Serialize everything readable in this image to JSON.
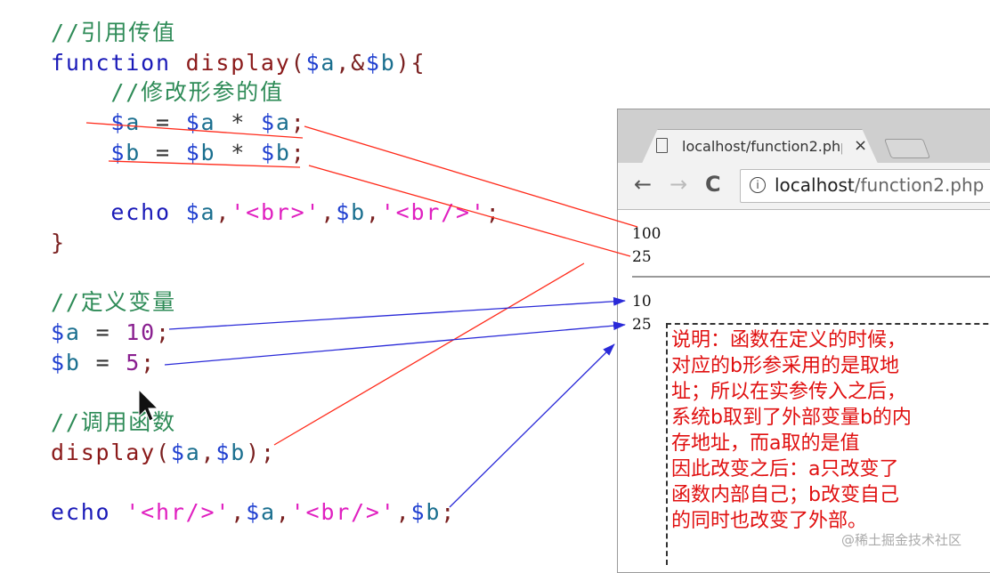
{
  "code_lines": [
    [
      [
        "cm",
        "//引用传值"
      ]
    ],
    [
      [
        "kw",
        "function "
      ],
      [
        "fn",
        "display"
      ],
      [
        "pn",
        "("
      ],
      [
        "dl",
        "$"
      ],
      [
        "vr",
        "a"
      ],
      [
        "pn",
        ",&"
      ],
      [
        "dl",
        "$"
      ],
      [
        "vr",
        "b"
      ],
      [
        "pn",
        "){"
      ]
    ],
    [
      [
        "cm",
        "    //修改形参的值"
      ]
    ],
    [
      [
        "op",
        "    "
      ],
      [
        "dl",
        "$"
      ],
      [
        "vr",
        "a"
      ],
      [
        "op",
        " = "
      ],
      [
        "dl",
        "$"
      ],
      [
        "vr",
        "a"
      ],
      [
        "op",
        " * "
      ],
      [
        "dl",
        "$"
      ],
      [
        "vr",
        "a"
      ],
      [
        "pn",
        ";"
      ]
    ],
    [
      [
        "op",
        "    "
      ],
      [
        "dl",
        "$"
      ],
      [
        "vr",
        "b"
      ],
      [
        "op",
        " = "
      ],
      [
        "dl",
        "$"
      ],
      [
        "vr",
        "b"
      ],
      [
        "op",
        " * "
      ],
      [
        "dl",
        "$"
      ],
      [
        "vr",
        "b"
      ],
      [
        "pn",
        ";"
      ]
    ],
    [],
    [
      [
        "kw",
        "    echo "
      ],
      [
        "dl",
        "$"
      ],
      [
        "vr",
        "a"
      ],
      [
        "pn",
        ","
      ],
      [
        "st",
        "'<br>'"
      ],
      [
        "pn",
        ","
      ],
      [
        "dl",
        "$"
      ],
      [
        "vr",
        "b"
      ],
      [
        "pn",
        ","
      ],
      [
        "st",
        "'<br/>'"
      ],
      [
        "pn",
        ";"
      ]
    ],
    [
      [
        "pn",
        "}"
      ]
    ],
    [],
    [
      [
        "cm",
        "//定义变量"
      ]
    ],
    [
      [
        "dl",
        "$"
      ],
      [
        "vr",
        "a"
      ],
      [
        "op",
        " = "
      ],
      [
        "nm",
        "10"
      ],
      [
        "pn",
        ";"
      ]
    ],
    [
      [
        "dl",
        "$"
      ],
      [
        "vr",
        "b"
      ],
      [
        "op",
        " = "
      ],
      [
        "nm",
        "5"
      ],
      [
        "pn",
        ";"
      ]
    ],
    [],
    [
      [
        "cm",
        "//调用函数"
      ]
    ],
    [
      [
        "fn",
        "display"
      ],
      [
        "pn",
        "("
      ],
      [
        "dl",
        "$"
      ],
      [
        "vr",
        "a"
      ],
      [
        "pn",
        ","
      ],
      [
        "dl",
        "$"
      ],
      [
        "vr",
        "b"
      ],
      [
        "pn",
        ");"
      ]
    ],
    [],
    [
      [
        "kw",
        "echo "
      ],
      [
        "st",
        "'<hr/>'"
      ],
      [
        "pn",
        ","
      ],
      [
        "dl",
        "$"
      ],
      [
        "vr",
        "a"
      ],
      [
        "pn",
        ","
      ],
      [
        "st",
        "'<br/>'"
      ],
      [
        "pn",
        ","
      ],
      [
        "dl",
        "$"
      ],
      [
        "vr",
        "b"
      ],
      [
        "pn",
        ";"
      ]
    ]
  ],
  "browser": {
    "tab_title": "localhost/function2.php",
    "tab_icon": "page-icon",
    "close": "×",
    "back": "←",
    "forward": "→",
    "reload": "C",
    "info": "i",
    "url_host": "localhost",
    "url_path": "/function2.php",
    "output": [
      "100",
      "25",
      "10",
      "25"
    ]
  },
  "note_lines": [
    "说明：函数在定义的时候，",
    "对应的b形参采用的是取地",
    "址；所以在实参传入之后，",
    "系统b取到了外部变量b的内",
    "存地址，而a取的是值",
    "因此改变之后：a只改变了",
    "函数内部自己；b改变自己",
    "的同时也改变了外部。"
  ],
  "watermark": "@稀土掘金技术社区",
  "colors": {
    "red_arrow": "#ff2a1a",
    "blue_arrow": "#2a2ad8",
    "note": "#e01010"
  }
}
